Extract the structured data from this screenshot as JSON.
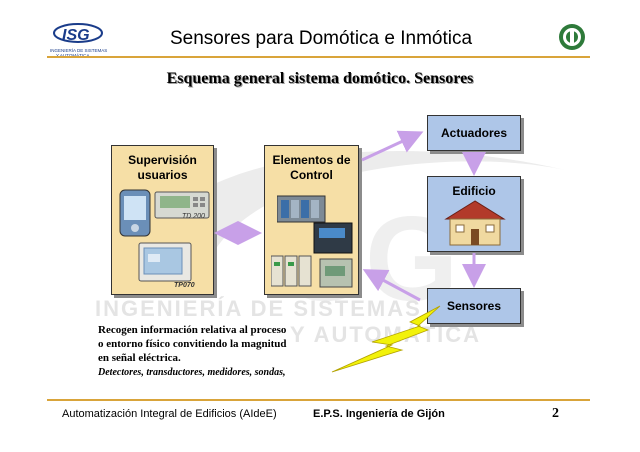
{
  "header": {
    "title": "Sensores para Domótica e Inmótica",
    "logo_left_text": "ISG",
    "logo_left_caption": "INGENIERÍA DE SISTEMAS Y AUTOMÁTICA"
  },
  "slide": {
    "subtitle": "Esquema general sistema domótico. Sensores",
    "supervision": {
      "title_line1": "Supervisión",
      "title_line2": "usuarios",
      "device_label_1": "TD 200",
      "device_label_2": "TP070"
    },
    "control": {
      "title_line1": "Elementos de",
      "title_line2": "Control"
    },
    "actuadores": "Actuadores",
    "edificio": "Edificio",
    "sensores": "Sensores",
    "description": {
      "line1": "Recogen información relativa al proceso",
      "line2": "o entorno físico convitiendo la magnitud",
      "line3": "en señal eléctrica.",
      "line4": "Detectores, transductores, medidores, sondas,"
    },
    "watermark": {
      "line1": "INGENIERÍA DE SISTEMAS",
      "line2": "Y AUTOMÁTICA"
    }
  },
  "footer": {
    "course": "Automatización Integral de Edificios (AIdeE)",
    "school": "E.P.S. Ingeniería de Gijón",
    "page": "2"
  },
  "colors": {
    "accent_rule": "#d9a43a",
    "card_fill": "#f6dfa6",
    "box_blue": "#aec6e8",
    "arrow": "#c8a0e8",
    "lightning": "#f2f20a"
  }
}
